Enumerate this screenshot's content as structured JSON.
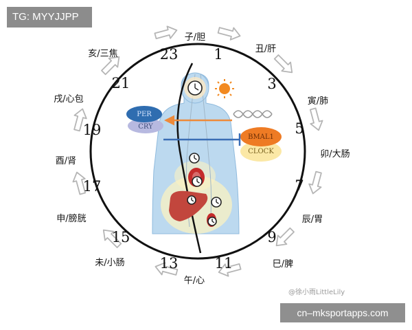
{
  "watermark_tag": "TG: MYYJJPP",
  "site_banner": "cn–mksportapps.com",
  "author_credit": "@徐小雨LittleLily",
  "hours": [
    "23",
    "1",
    "3",
    "5",
    "7",
    "9",
    "11",
    "13",
    "15",
    "17",
    "19",
    "21"
  ],
  "organs": [
    "子/胆",
    "丑/肝",
    "寅/肺",
    "卯/大肠",
    "辰/胃",
    "巳/脾",
    "午/心",
    "未/小肠",
    "申/膀胱",
    "酉/肾",
    "戌/心包",
    "亥/三焦"
  ],
  "genes": {
    "per": "PER",
    "cry": "CRY",
    "bmal1": "BMAL1",
    "clock": "CLOCK"
  },
  "icons": [
    "sun-icon",
    "moon-icon",
    "clock-icon",
    "liver-icon",
    "heart-icon",
    "human-silhouette-icon",
    "dna-icon"
  ],
  "colors": {
    "per_blue": "#2f6db0",
    "cry_lavender": "#b7b9e0",
    "bmal1_orange": "#ee7b24",
    "clock_yellow": "#fbe8a6",
    "arrow_orange": "#ee8a3a",
    "arrow_blue": "#3a6db5",
    "body_blue": "#bcd9ef",
    "sun": "#f28a21",
    "moon": "#2f5fa8",
    "liver": "#c2463d"
  }
}
